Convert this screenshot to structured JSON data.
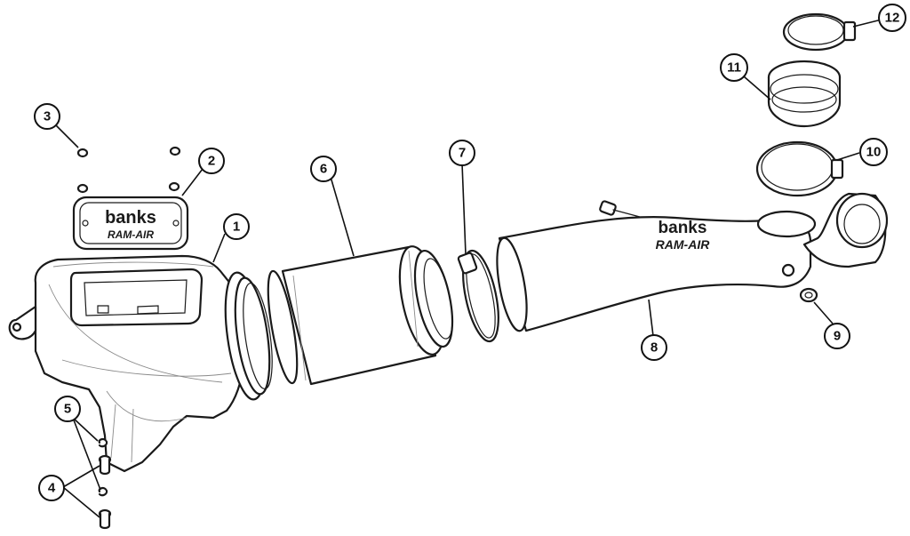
{
  "brand": {
    "logo_word": "banks",
    "logo_sub": "RAM-AIR"
  },
  "callouts": [
    {
      "id": "1",
      "label": "1"
    },
    {
      "id": "2",
      "label": "2"
    },
    {
      "id": "3",
      "label": "3"
    },
    {
      "id": "4",
      "label": "4"
    },
    {
      "id": "5",
      "label": "5"
    },
    {
      "id": "6",
      "label": "6"
    },
    {
      "id": "7",
      "label": "7"
    },
    {
      "id": "8",
      "label": "8"
    },
    {
      "id": "9",
      "label": "9"
    },
    {
      "id": "10",
      "label": "10"
    },
    {
      "id": "11",
      "label": "11"
    },
    {
      "id": "12",
      "label": "12"
    }
  ],
  "colors": {
    "line": "#1a1a1a",
    "background": "#ffffff"
  }
}
